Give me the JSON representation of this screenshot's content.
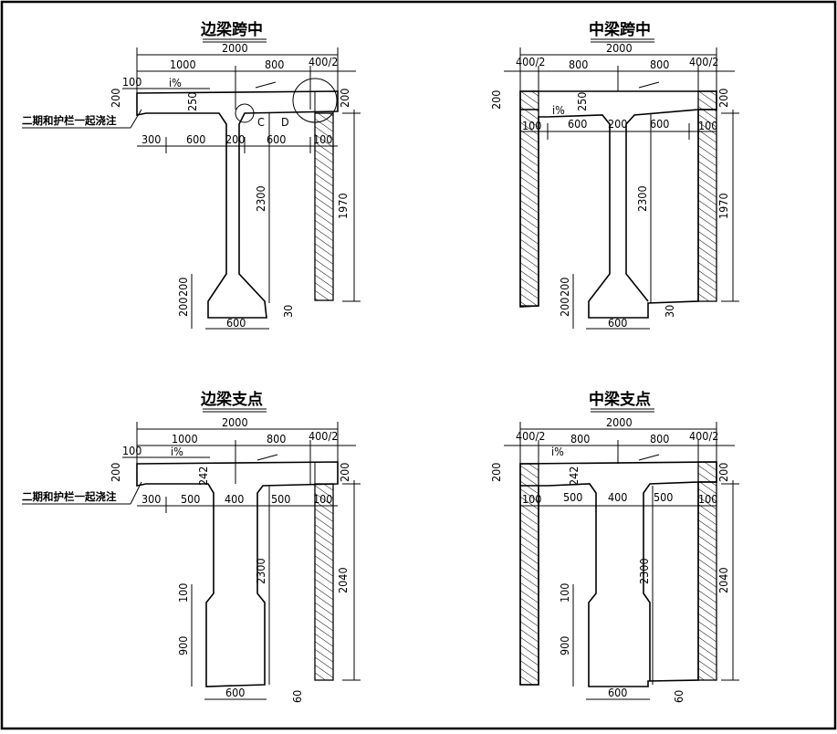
{
  "diagrams": [
    {
      "id": "edge-mid",
      "title": "边梁跨中",
      "note": "二期和护栏一起浇注",
      "slope": "i%",
      "dims": {
        "total": "2000",
        "left_part": "1000",
        "right_part": "800",
        "right_end": "400/2",
        "left_end": "100",
        "deck_thk": "200",
        "haunch": "250",
        "right_thk": "200",
        "bottom_left": "300",
        "flange_left": "600",
        "web": "200",
        "flange_right": "600",
        "right_tail": "100",
        "height": "2300",
        "right_height": "1970",
        "bulb_h1": "200",
        "bulb_h2": "200",
        "bulb_w": "600",
        "step": "30"
      },
      "markers": [
        "C",
        "D"
      ]
    },
    {
      "id": "middle-mid",
      "title": "中梁跨中",
      "slope": "i%",
      "dims": {
        "total": "2000",
        "left_end": "400/2",
        "left_part": "800",
        "right_part": "800",
        "right_end": "400/2",
        "left_thk": "200",
        "haunch": "250",
        "right_thk": "200",
        "left_tail": "100",
        "flange_left": "600",
        "web": "200",
        "flange_right": "600",
        "right_tail": "100",
        "height": "2300",
        "right_height": "1970",
        "bulb_h1": "200",
        "bulb_h2": "200",
        "bulb_w": "600",
        "step": "30"
      }
    },
    {
      "id": "edge-support",
      "title": "边梁支点",
      "note": "二期和护栏一起浇注",
      "slope": "i%",
      "dims": {
        "total": "2000",
        "left_part": "1000",
        "right_part": "800",
        "right_end": "400/2",
        "left_end": "100",
        "deck_thk": "200",
        "haunch": "242",
        "right_thk": "200",
        "bottom_left": "300",
        "flange_left": "500",
        "web": "400",
        "flange_right": "500",
        "right_tail": "100",
        "height": "2300",
        "right_height": "2040",
        "taper_h": "100",
        "base_h": "900",
        "bulb_w": "600",
        "step": "60"
      }
    },
    {
      "id": "middle-support",
      "title": "中梁支点",
      "slope": "i%",
      "dims": {
        "total": "2000",
        "left_end": "400/2",
        "left_part": "800",
        "right_part": "800",
        "right_end": "400/2",
        "left_thk": "200",
        "haunch": "242",
        "right_thk": "200",
        "left_tail": "100",
        "flange_left": "500",
        "web": "400",
        "flange_right": "500",
        "right_tail": "100",
        "height": "2300",
        "right_height": "2040",
        "taper_h": "100",
        "base_h": "900",
        "bulb_w": "600",
        "step": "60"
      }
    }
  ]
}
